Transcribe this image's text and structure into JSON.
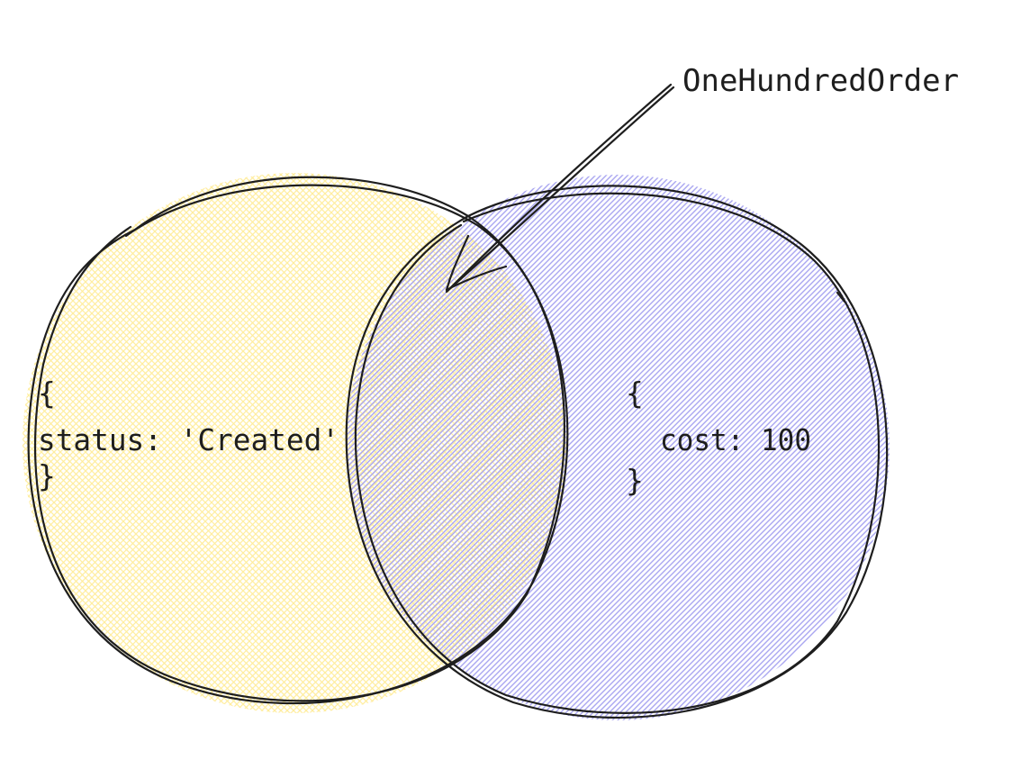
{
  "diagram": {
    "sets": [
      {
        "id": "status-set",
        "open_brace": "{",
        "line": "status: 'Created'",
        "close_brace": "}",
        "fill_color": "#ffec99"
      },
      {
        "id": "cost-set",
        "open_brace": "{",
        "line": "cost: 100",
        "close_brace": "}",
        "fill_color": "#a5a2f0"
      }
    ],
    "intersection_label": "OneHundredOrder",
    "stroke_color": "#1e1e1e"
  }
}
